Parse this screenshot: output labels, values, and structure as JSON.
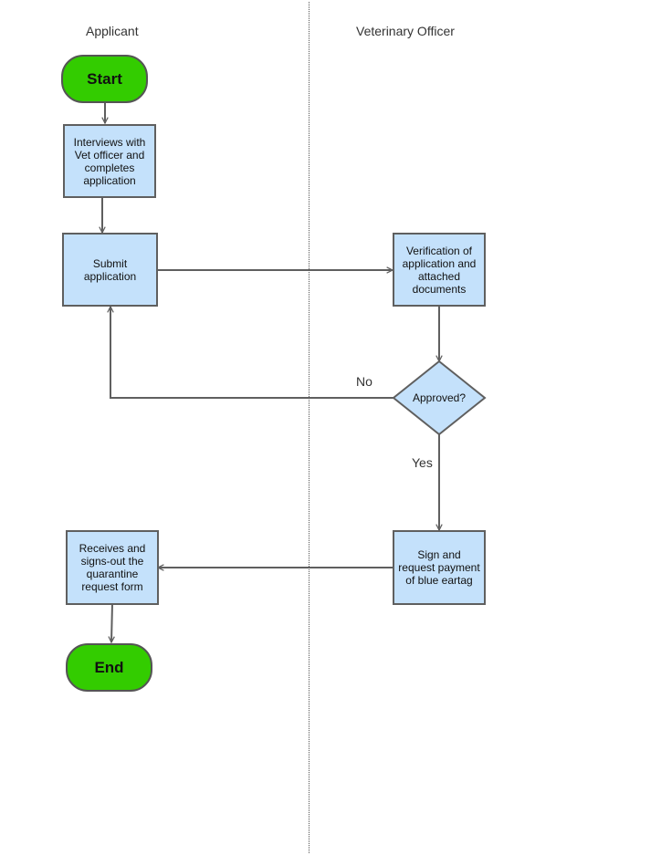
{
  "lanes": {
    "applicant": "Applicant",
    "veterinary_officer": "Veterinary Officer"
  },
  "nodes": {
    "start": "Start",
    "interview": "Interviews with Vet officer and completes application",
    "submit": "Submit application",
    "verification": "Verification of application and attached documents",
    "decision": "Approved?",
    "sign_request": "Sign and request payment of blue eartag",
    "receive": "Receives and signs-out the quarantine request form",
    "end": "End"
  },
  "edges": {
    "no_label": "No",
    "yes_label": "Yes"
  },
  "colors": {
    "terminal_fill": "#33cc00",
    "process_fill": "#c4e1fb",
    "stroke": "#5f5f5f"
  }
}
